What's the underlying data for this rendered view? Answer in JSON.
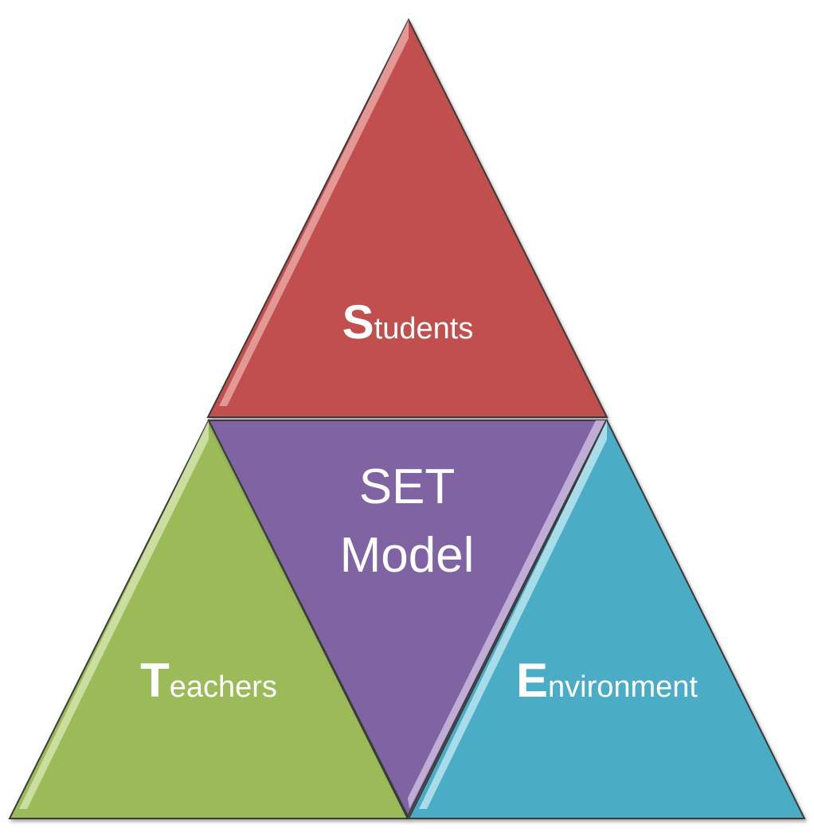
{
  "diagram": {
    "segments": {
      "students": {
        "initial": "S",
        "rest": "tudents",
        "color": "#C0504D",
        "edge_color": "#E8A09E"
      },
      "teachers": {
        "initial": "T",
        "rest": "eachers",
        "color": "#9BBB59",
        "edge_color": "#D0E2A8"
      },
      "environment": {
        "initial": "E",
        "rest": "nvironment",
        "color": "#4BACC6",
        "edge_color": "#B4E1EC"
      },
      "center": {
        "line1": "SET",
        "line2": "Model",
        "color": "#8064A2",
        "edge_color": "#C7B5DC"
      }
    }
  }
}
